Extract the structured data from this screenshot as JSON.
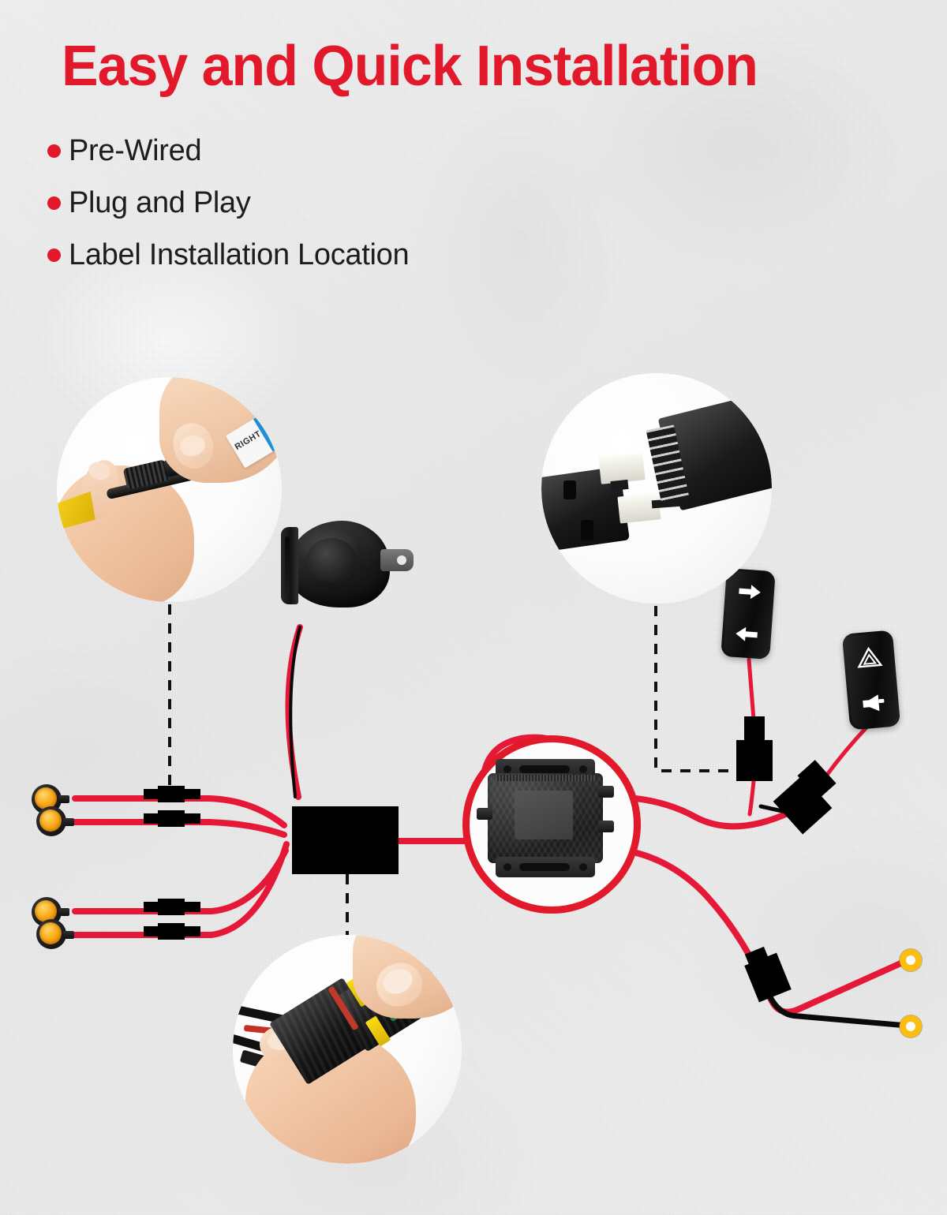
{
  "header": {
    "title": "Easy and Quick Installation",
    "bullets": [
      {
        "label": "Pre-Wired"
      },
      {
        "label": "Plug and Play"
      },
      {
        "label": "Label Installation Location"
      }
    ]
  },
  "colors": {
    "accent_red": "#e2182b",
    "wire_red": "#e51937",
    "wire_black": "#000000",
    "terminal_yellow": "#fbbd10",
    "led_amber": "#fbae1d",
    "background": "#efefef",
    "text_dark": "#1d1d1d",
    "label_blue": "#1e8fd6"
  },
  "diagram": {
    "photo_insets": [
      {
        "name": "bullet-connector-labeling",
        "caption_sticker_text": "RIGHT",
        "description": "Hands joining a waterproof bullet connector while applying a wire label"
      },
      {
        "name": "switch-plug-connector",
        "description": "Black switch plug connector with white blade terminals"
      },
      {
        "name": "waterproof-multi-pin-connector",
        "description": "Hands plugging together a sealed multi-pin connector with yellow locking tabs"
      }
    ],
    "components": [
      {
        "name": "control-module",
        "label": ""
      },
      {
        "name": "junction-block",
        "label": ""
      },
      {
        "name": "horn",
        "label": ""
      },
      {
        "name": "turn-signal-switch",
        "glyph_top": "right-arrow",
        "glyph_bottom": "left-arrow"
      },
      {
        "name": "hazard-horn-switch",
        "glyph_top": "hazard-triangle",
        "glyph_bottom": "horn"
      },
      {
        "name": "led-marker-light-front-pair",
        "count": 2,
        "color": "amber"
      },
      {
        "name": "led-marker-light-rear-pair",
        "count": 2,
        "color": "amber"
      },
      {
        "name": "battery-ring-terminal-positive",
        "color": "yellow"
      },
      {
        "name": "battery-ring-terminal-negative",
        "color": "yellow"
      }
    ]
  }
}
